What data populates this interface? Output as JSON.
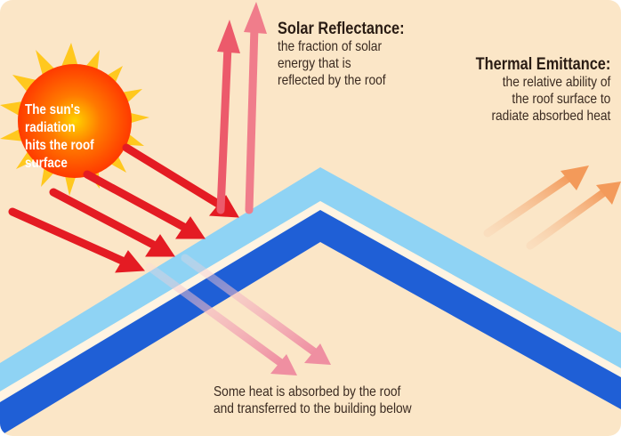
{
  "sun_label_lines": [
    "The sun's",
    "radiation",
    "hits the roof",
    "surface"
  ],
  "solar_reflectance": {
    "title": "Solar Reflectance:",
    "lines": [
      "the fraction of solar",
      "energy that is",
      "reflected by the roof"
    ]
  },
  "thermal_emittance": {
    "title": "Thermal Emittance:",
    "lines": [
      "the relative ability of",
      "the roof surface to",
      "radiate absorbed heat"
    ]
  },
  "absorbed": {
    "lines": [
      "Some heat is absorbed by the roof",
      "and transferred to the building below"
    ]
  },
  "colors": {
    "background": "#fbe6c7",
    "roof_outer": "#8fd3f4",
    "roof_inner": "#1f5fd6",
    "incoming_arrow": "#e41b23",
    "reflected_arrow": "#ee5a6a",
    "emitted_arrow": "#f4a467",
    "absorbed_arrow": "#f2a8b4",
    "sun_core": "#ff5a00",
    "sun_ray": "#ffc200"
  }
}
